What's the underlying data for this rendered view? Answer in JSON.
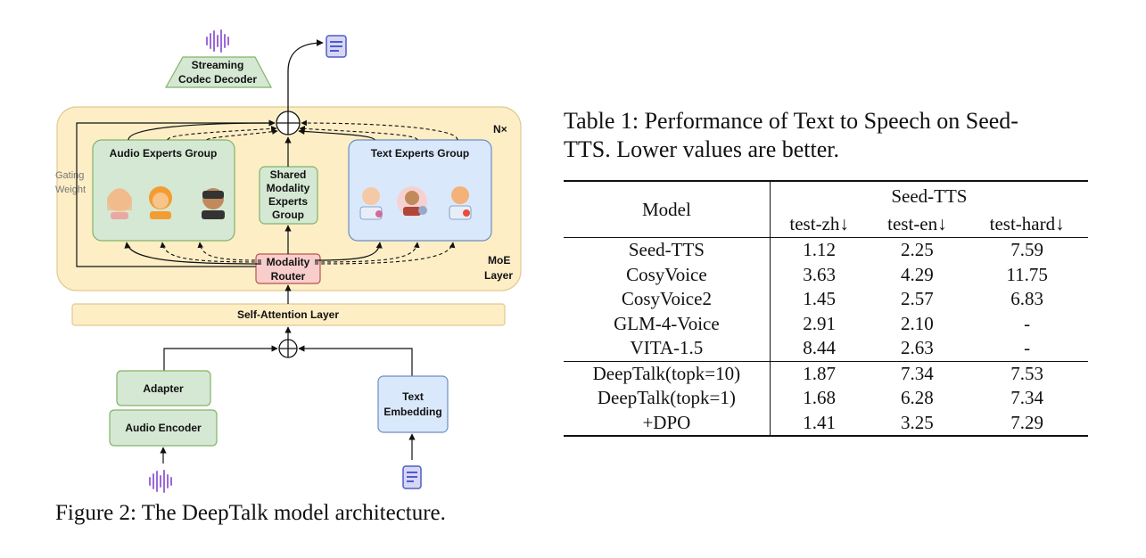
{
  "figure": {
    "nodes": {
      "streaming_codec_decoder": "Streaming Codec Decoder",
      "n_times": "N×",
      "audio_experts_group": "Audio Experts Group",
      "shared_modality_experts_group": "Shared Modality Experts Group",
      "text_experts_group": "Text Experts Group",
      "gating_weight": "Gating Weight",
      "modality_router": "Modality Router",
      "moe_layer": "MoE Layer",
      "self_attention_layer": "Self-Attention Layer",
      "adapter": "Adapter",
      "audio_encoder": "Audio Encoder",
      "text_embedding": "Text Embedding"
    },
    "caption": "Figure 2: The DeepTalk model architecture."
  },
  "table": {
    "caption_lines": [
      "Table 1: Performance of Text to Speech on Seed-",
      "TTS. Lower values are better."
    ],
    "col_model": "Model",
    "group_header": "Seed-TTS",
    "metric_headers": [
      "test-zh↓",
      "test-en↓",
      "test-hard↓"
    ],
    "group1": [
      {
        "model": "Seed-TTS",
        "zh": "1.12",
        "en": "2.25",
        "hard": "7.59"
      },
      {
        "model": "CosyVoice",
        "zh": "3.63",
        "en": "4.29",
        "hard": "11.75"
      },
      {
        "model": "CosyVoice2",
        "zh": "1.45",
        "en": "2.57",
        "hard": "6.83"
      },
      {
        "model": "GLM-4-Voice",
        "zh": "2.91",
        "en": "2.10",
        "hard": "-"
      },
      {
        "model": "VITA-1.5",
        "zh": "8.44",
        "en": "2.63",
        "hard": "-"
      }
    ],
    "group2": [
      {
        "model": "DeepTalk(topk=10)",
        "zh": "1.87",
        "en": "7.34",
        "hard": "7.53"
      },
      {
        "model": "DeepTalk(topk=1)",
        "zh": "1.68",
        "en": "6.28",
        "hard": "7.34"
      },
      {
        "model": "+DPO",
        "zh": "1.41",
        "en": "3.25",
        "hard": "7.29"
      }
    ]
  }
}
